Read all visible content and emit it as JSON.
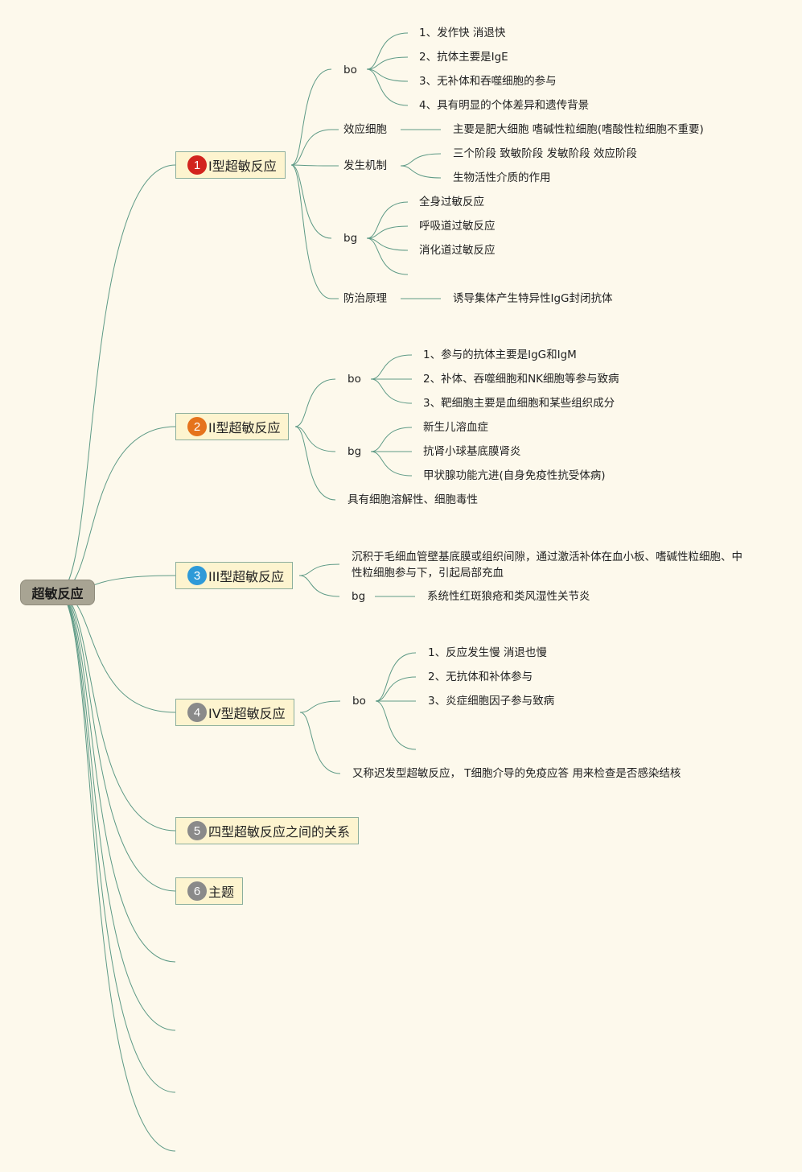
{
  "root": {
    "label": "超敏反应"
  },
  "colors": {
    "background": "#fdf9ec",
    "line": "#5e9a86",
    "topic_fill": "#fdf4cf",
    "root_fill": "#a8a493"
  },
  "topics": [
    {
      "badge": "1",
      "badge_color": "#d2241e",
      "label": "I型超敏反应",
      "branches": [
        {
          "label": "bo",
          "children": [
            "1、发作快 消退快",
            "2、抗体主要是IgE",
            "3、无补体和吞噬细胞的参与",
            "4、具有明显的个体差异和遗传背景"
          ]
        },
        {
          "label": "效应细胞",
          "children": [
            "主要是肥大细胞 嗜碱性粒细胞(嗜酸性粒细胞不重要)"
          ]
        },
        {
          "label": "发生机制",
          "children": [
            "三个阶段 致敏阶段 发敏阶段 效应阶段",
            "生物活性介质的作用"
          ]
        },
        {
          "label": "bg",
          "children": [
            "全身过敏反应",
            "呼吸道过敏反应",
            "消化道过敏反应"
          ]
        },
        {
          "label": "防治原理",
          "children": [
            "诱导集体产生特异性IgG封闭抗体"
          ]
        }
      ]
    },
    {
      "badge": "2",
      "badge_color": "#e5731c",
      "label": "II型超敏反应",
      "branches": [
        {
          "label": "bo",
          "children": [
            "1、参与的抗体主要是IgG和IgM",
            "2、补体、吞噬细胞和NK细胞等参与致病",
            "3、靶细胞主要是血细胞和某些组织成分"
          ]
        },
        {
          "label": "bg",
          "children": [
            "新生儿溶血症",
            "抗肾小球基底膜肾炎",
            "甲状腺功能亢进(自身免疫性抗受体病)"
          ]
        },
        {
          "label": "具有细胞溶解性、细胞毒性",
          "children": []
        }
      ]
    },
    {
      "badge": "3",
      "badge_color": "#2e9ad8",
      "label": "III型超敏反应",
      "branches": [
        {
          "label": "沉积于毛细血管壁基底膜或组织间隙，通过激活补体在血小板、嗜碱性粒细胞、中性粒细胞参与下，引起局部充血",
          "children": []
        },
        {
          "label": "bg",
          "children": [
            "系统性红斑狼疮和类风湿性关节炎"
          ]
        }
      ]
    },
    {
      "badge": "4",
      "badge_color": "#8a8a8a",
      "label": "IV型超敏反应",
      "branches": [
        {
          "label": "bo",
          "children": [
            "1、反应发生慢 消退也慢",
            "2、无抗体和补体参与",
            "3、炎症细胞因子参与致病"
          ]
        },
        {
          "label": "又称迟发型超敏反应， T细胞介导的免疫应答 用来检查是否感染结核",
          "children": []
        }
      ]
    },
    {
      "badge": "5",
      "badge_color": "#8a8a8a",
      "label": "四型超敏反应之间的关系",
      "branches": []
    },
    {
      "badge": "6",
      "badge_color": "#8a8a8a",
      "label": "主题",
      "branches": []
    }
  ]
}
